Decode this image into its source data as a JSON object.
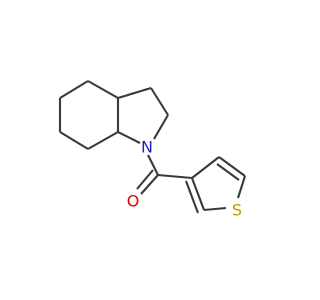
{
  "molecule": {
    "atoms": [
      {
        "id": "N1",
        "element": "N",
        "label": "N"
      },
      {
        "id": "O1",
        "element": "O",
        "label": "O"
      },
      {
        "id": "S1",
        "element": "S",
        "label": "S"
      },
      {
        "id": "C2",
        "element": "C",
        "label": ""
      },
      {
        "id": "C3",
        "element": "C",
        "label": ""
      },
      {
        "id": "C3a",
        "element": "C",
        "label": ""
      },
      {
        "id": "C4",
        "element": "C",
        "label": ""
      },
      {
        "id": "C5",
        "element": "C",
        "label": ""
      },
      {
        "id": "C6",
        "element": "C",
        "label": ""
      },
      {
        "id": "C7",
        "element": "C",
        "label": ""
      },
      {
        "id": "C7a",
        "element": "C",
        "label": ""
      },
      {
        "id": "Ccarbonyl",
        "element": "C",
        "label": ""
      },
      {
        "id": "Ct3",
        "element": "C",
        "label": ""
      },
      {
        "id": "Ct2",
        "element": "C",
        "label": ""
      },
      {
        "id": "Ct4",
        "element": "C",
        "label": ""
      },
      {
        "id": "Ct5",
        "element": "C",
        "label": ""
      }
    ],
    "colors": {
      "bond": "#3a3a3a",
      "N": "#1f1fd0",
      "O": "#e00000",
      "S": "#b8a000"
    }
  }
}
